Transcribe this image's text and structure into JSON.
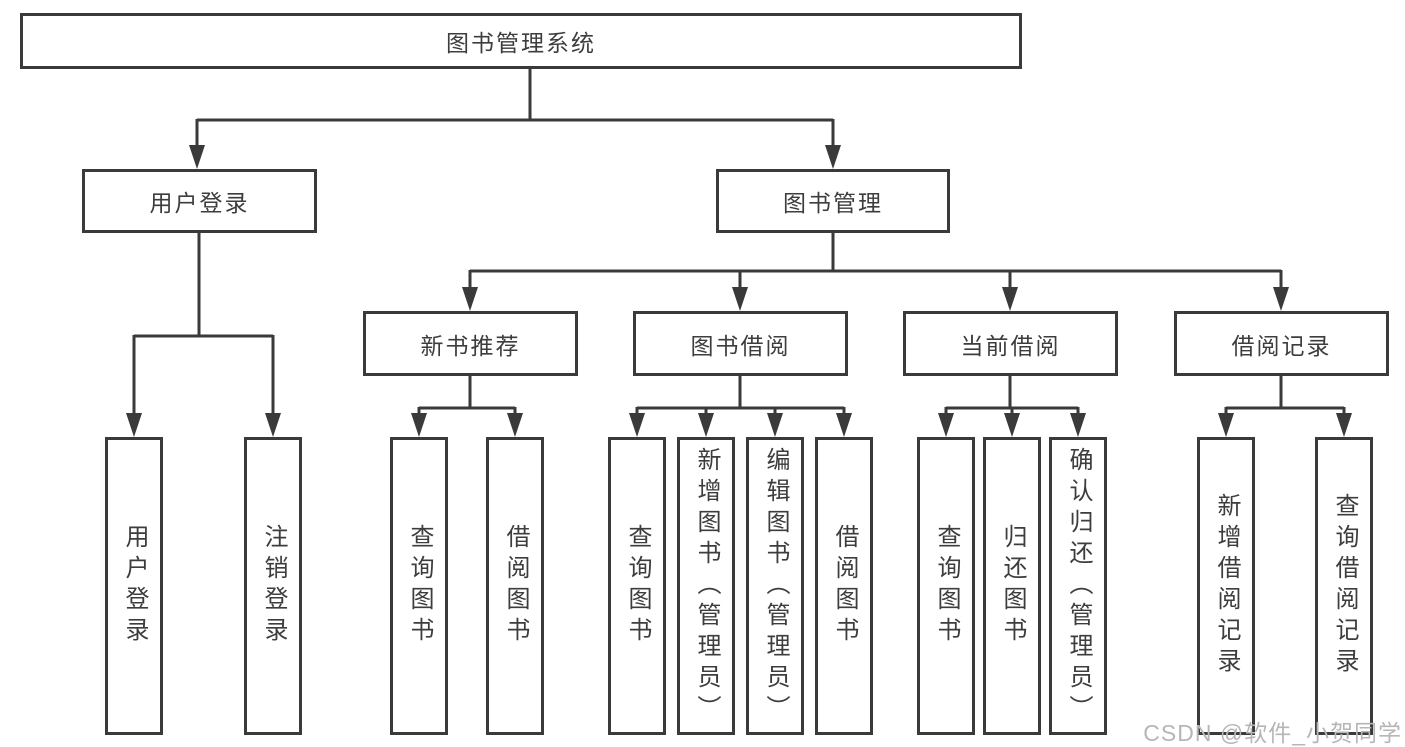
{
  "tree": {
    "root": {
      "label": "图书管理系统"
    },
    "branches": [
      {
        "label": "用户登录",
        "leaves": [
          {
            "label": "用户登录"
          },
          {
            "label": "注销登录"
          }
        ]
      },
      {
        "label": "图书管理",
        "groups": [
          {
            "label": "新书推荐",
            "leaves": [
              {
                "label": "查询图书"
              },
              {
                "label": "借阅图书"
              }
            ]
          },
          {
            "label": "图书借阅",
            "leaves": [
              {
                "label": "查询图书"
              },
              {
                "label": "新增图书（管理员）"
              },
              {
                "label": "编辑图书（管理员）"
              },
              {
                "label": "借阅图书"
              }
            ]
          },
          {
            "label": "当前借阅",
            "leaves": [
              {
                "label": "查询图书"
              },
              {
                "label": "归还图书"
              },
              {
                "label": "确认归还（管理员）"
              }
            ]
          },
          {
            "label": "借阅记录",
            "leaves": [
              {
                "label": "新增借阅记录"
              },
              {
                "label": "查询借阅记录"
              }
            ]
          }
        ]
      }
    ]
  },
  "watermark": "CSDN @软件_小贺同学",
  "colors": {
    "line": "#3a3a3a",
    "text": "#3d3d3d",
    "watermark": "#b6b6b6",
    "background": "#ffffff"
  }
}
